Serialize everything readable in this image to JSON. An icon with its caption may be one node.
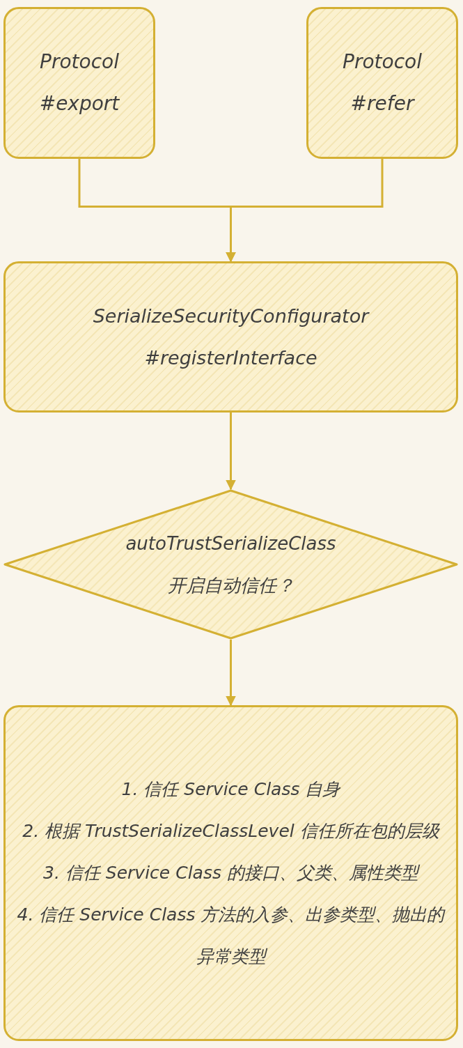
{
  "diagram": {
    "nodes": [
      {
        "text": [
          "Protocol #export"
        ]
      },
      {
        "text": [
          "Protocol #refer"
        ]
      },
      {
        "text": [
          "SerializeSecurityConfigurator #registerInterface"
        ]
      },
      {
        "text": [
          "autoTrustSerializeClass",
          "开启自动信任？"
        ]
      },
      {
        "text": [
          "1. 信任 Service Class 自身",
          "2. 根据 TrustSerializeClassLevel 信任所在包的层级",
          "3. 信任 Service Class 的接口、父类、属性类型",
          "4. 信任 Service Class 方法的入参、出参类型、抛出的异常类型"
        ]
      }
    ],
    "edges": [
      {
        "from": 0,
        "to": 2,
        "arrow": "to"
      },
      {
        "from": 1,
        "to": 2,
        "arrow": "to"
      },
      {
        "from": 2,
        "to": 3,
        "arrow": "to"
      },
      {
        "from": 3,
        "to": 4,
        "arrow": "to"
      }
    ]
  }
}
